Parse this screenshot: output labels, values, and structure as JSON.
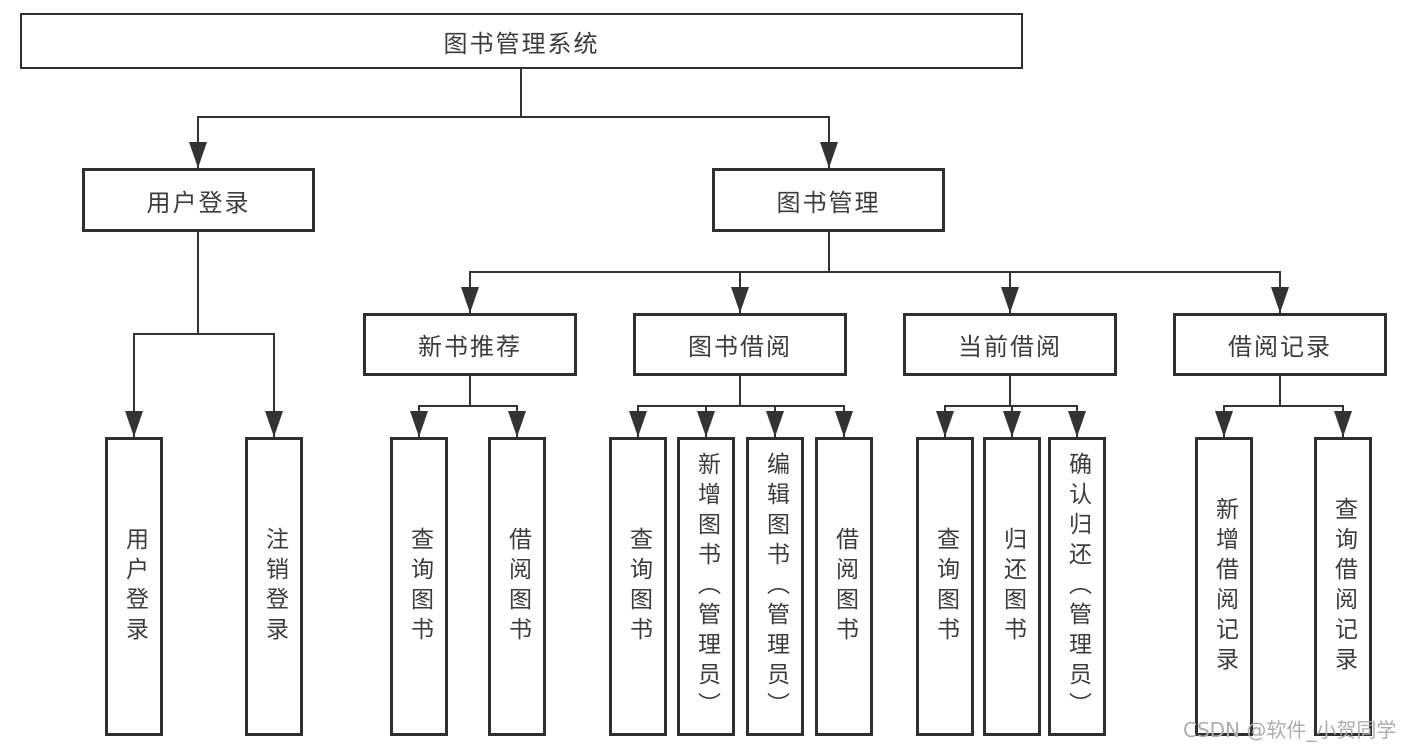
{
  "diagram_type": "hierarchy-tree",
  "tree": {
    "label": "图书管理系统",
    "children": [
      {
        "label": "用户登录",
        "children": [
          {
            "label": "用户登录"
          },
          {
            "label": "注销登录"
          }
        ]
      },
      {
        "label": "图书管理",
        "children": [
          {
            "label": "新书推荐",
            "children": [
              {
                "label": "查询图书"
              },
              {
                "label": "借阅图书"
              }
            ]
          },
          {
            "label": "图书借阅",
            "children": [
              {
                "label": "查询图书"
              },
              {
                "label": "新增图书（管理员）"
              },
              {
                "label": "编辑图书（管理员）"
              },
              {
                "label": "借阅图书"
              }
            ]
          },
          {
            "label": "当前借阅",
            "children": [
              {
                "label": "查询图书"
              },
              {
                "label": "归还图书"
              },
              {
                "label": "确认归还（管理员）"
              }
            ]
          },
          {
            "label": "借阅记录",
            "children": [
              {
                "label": "新增借阅记录"
              },
              {
                "label": "查询借阅记录"
              }
            ]
          }
        ]
      }
    ]
  },
  "watermark": {
    "text": "CSDN @软件_小贺同学"
  },
  "colors": {
    "background": "#ffffff",
    "box_border": "#2f2f2f",
    "connector_line": "#333333",
    "text": "#3c3c3c",
    "watermark": "#adadad"
  }
}
